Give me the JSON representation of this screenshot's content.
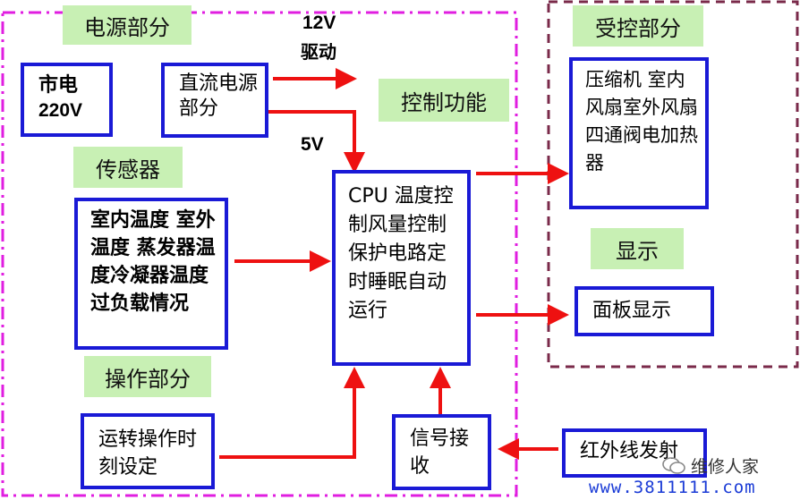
{
  "labels": {
    "power": "电源部分",
    "controlled": "受控部分",
    "control_function": "控制功能",
    "sensor": "传感器",
    "display": "显示",
    "operation": "操作部分"
  },
  "boxes": {
    "mains_line1": "市电",
    "mains_line2": "220V",
    "dc_power": "直流电源部分",
    "sensors": "室内温度 室外温度 蒸发器温度冷凝器温度过负载情况",
    "cpu": "CPU 温度控制风量控制保护电路定时睡眠自动运行",
    "loads": "压缩机 室内风扇室外风扇四通阀电加热器",
    "panel_display": "面板显示",
    "run_op": "运转操作时刻设定",
    "signal_rx": "信号接收",
    "ir_tx": "红外线发射"
  },
  "annotations": {
    "v12": "12V",
    "drive": "驱动",
    "v5": "5V"
  },
  "watermark": {
    "name": "维修人家",
    "url": "www.3811111.com"
  },
  "colors": {
    "box_border": "#1a1ad6",
    "arrow": "#ee1111",
    "label_bg": "#c8f0b4",
    "dashed_magenta": "#e01ee0",
    "dashed_brown": "#7a2a4a"
  }
}
